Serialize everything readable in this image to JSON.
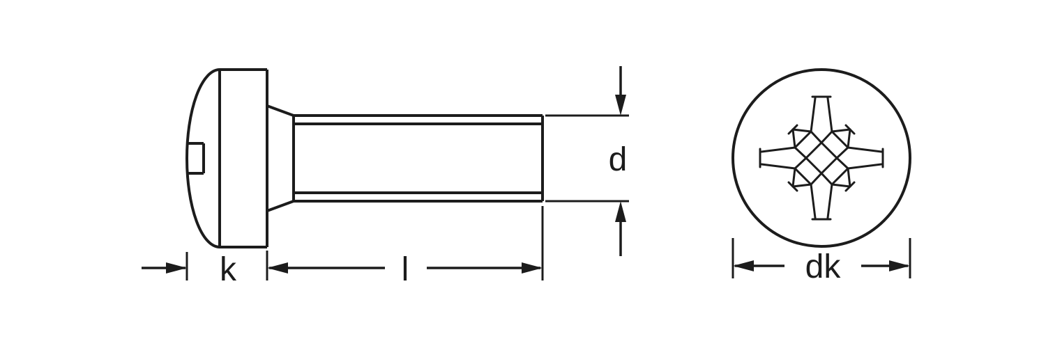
{
  "colors": {
    "line": "#1c1c1c",
    "background": "#ffffff"
  },
  "labels": {
    "head_height": "k",
    "length": "l",
    "diameter": "d",
    "head_diameter": "dk"
  }
}
